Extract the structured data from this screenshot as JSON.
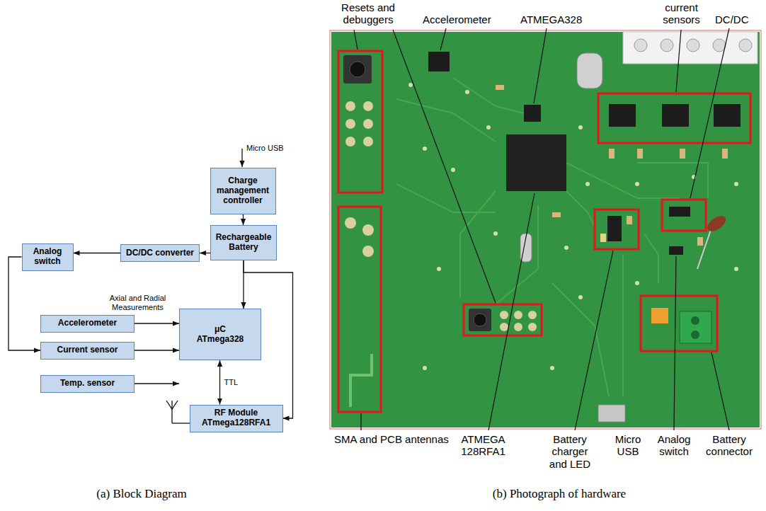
{
  "diagram": {
    "nodes": [
      {
        "text": [
          "Charge management controller"
        ]
      },
      {
        "text": [
          "Rechargeable Battery"
        ]
      },
      {
        "text": [
          "DC/DC converter"
        ]
      },
      {
        "text": [
          "Analog switch"
        ]
      },
      {
        "text": [
          "μC ATmega328"
        ]
      },
      {
        "text": [
          "Accelerometer"
        ]
      },
      {
        "text": [
          "Current sensor"
        ]
      },
      {
        "text": [
          "Temp. sensor"
        ]
      },
      {
        "text": [
          "RF Module ATmega128RFA1"
        ]
      }
    ],
    "edges": [
      {
        "from": 0,
        "to": 1,
        "arrow": "to"
      },
      {
        "from": 1,
        "to": 2,
        "arrow": "to"
      },
      {
        "from": 2,
        "to": 3,
        "arrow": "to"
      },
      {
        "from": 3,
        "to": 6,
        "arrow": "to"
      },
      {
        "from": 1,
        "to": 4,
        "arrow": "to"
      },
      {
        "from": 1,
        "to": 8,
        "arrow": "to"
      },
      {
        "from": 5,
        "to": 4,
        "label": "Axial and Radial Measurements",
        "arrow": "to"
      },
      {
        "from": 6,
        "to": 4,
        "arrow": "to"
      },
      {
        "from": 7,
        "to": 4,
        "arrow": "to"
      },
      {
        "from": 4,
        "to": 8,
        "label": "TTL",
        "arrow": "both"
      }
    ],
    "labels": [
      "Micro USB",
      "Resets and debuggers",
      "Accelerometer",
      "ATMEGA328",
      "current sensors",
      "DC/DC",
      "SMA and PCB antennas",
      "ATMEGA 128RFA1",
      "Battery charger and LED",
      "Micro USB",
      "Analog switch",
      "Battery connector",
      "(a) Block Diagram",
      "(b) Photograph of hardware"
    ]
  }
}
